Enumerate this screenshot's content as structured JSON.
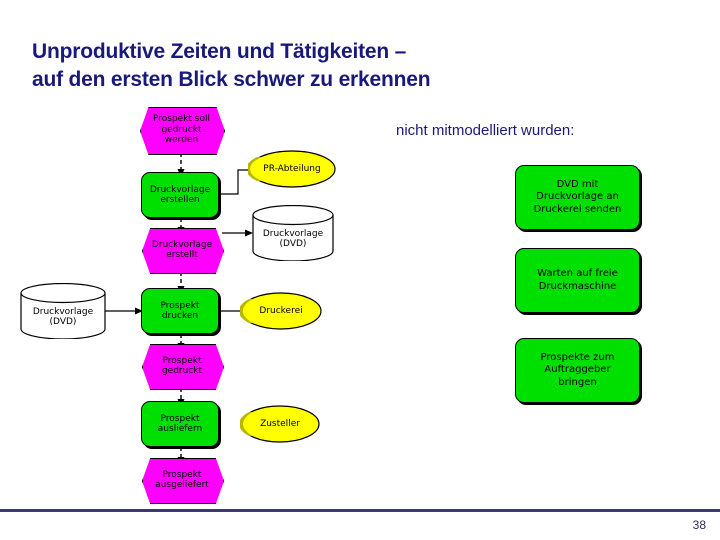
{
  "slide": {
    "title_lines": [
      "Unproduktive Zeiten und Tätigkeiten –",
      "auf den ersten Blick schwer zu erkennen"
    ],
    "caption": "nicht mitmodelliert wurden:",
    "page_number": "38",
    "colors": {
      "title": "#19197a",
      "footer_rule": "#3b3b6d",
      "event": "#ff00ff",
      "function": "#00e000",
      "org_unit": "#ffff00",
      "outline": "#000000"
    }
  },
  "flow": {
    "events": [
      {
        "label": "Prospekt soll\ngedruckt\nwerden"
      },
      {
        "label": "Druckvorlage\nerstellt"
      },
      {
        "label": "Prospekt\ngedruckt"
      },
      {
        "label": "Prospekt\nausgeliefert"
      }
    ],
    "functions": [
      {
        "label": "Druckvorlage\nerstellen"
      },
      {
        "label": "Prospekt\ndrucken"
      },
      {
        "label": "Prospekt\nausliefern"
      }
    ],
    "org_units": [
      {
        "label": "PR-Abteilung"
      },
      {
        "label": "Druckerei"
      },
      {
        "label": "Zusteller"
      }
    ],
    "data_stores": [
      {
        "label": "Druckvorlage\n(DVD)"
      },
      {
        "label": "Druckvorlage\n(DVD)"
      }
    ]
  },
  "unmodelled": {
    "items": [
      {
        "label": "DVD mit\nDruckvorlage an\nDruckerei senden"
      },
      {
        "label": "Warten auf freie\nDruckmaschine"
      },
      {
        "label": "Prospekte zum\nAuftraggeber\nbringen"
      }
    ]
  }
}
